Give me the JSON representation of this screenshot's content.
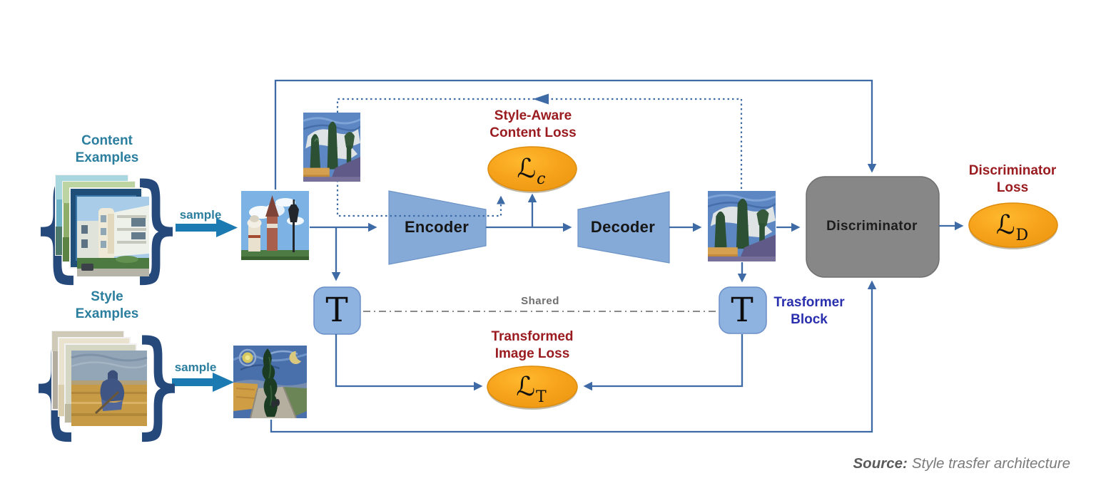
{
  "inputs": {
    "content_examples": [
      "Content",
      "Examples"
    ],
    "style_examples": [
      "Style",
      "Examples"
    ],
    "sample_content": "sample",
    "sample_style": "sample",
    "brace_open": "{",
    "brace_close": "}"
  },
  "blocks": {
    "encoder": "Encoder",
    "decoder": "Decoder",
    "discriminator": "Discriminator",
    "transformer_letter": "T",
    "transformer_label": [
      "Trasformer",
      "Block"
    ],
    "shared_label": "Shared"
  },
  "losses": {
    "content": {
      "title": [
        "Style-Aware",
        "Content Loss"
      ],
      "symbol": "ℒ",
      "subscript": "c"
    },
    "transformed": {
      "title": [
        "Transformed",
        "Image Loss"
      ],
      "symbol": "ℒ",
      "subscript": "T"
    },
    "discriminator": {
      "title": [
        "Discriminator",
        "Loss"
      ],
      "symbol": "ℒ",
      "subscript": "D"
    }
  },
  "footer": {
    "source_label": "Source:",
    "source_text": "Style trasfer architecture"
  },
  "icons": {
    "content_stack": "stacked-content-photos",
    "style_stack": "stacked-style-paintings",
    "content_image": "church-towers-photo",
    "style_image": "van-gogh-cypress-painting",
    "stylized_image_top": "stylized-painting",
    "output_image": "stylized-output-painting"
  },
  "colors": {
    "teal_label": "#2b7e9e",
    "loss_title_red": "#9a1c20",
    "transformer_navy": "#2a2fae",
    "line_blue": "#3e6ba6",
    "sample_arrow_blue": "#1b7ab1",
    "loss_orange": "#f6a21b",
    "encoder_decoder_blue": "#86aad7",
    "t_block_blue": "#8fb3e1",
    "discriminator_gray": "#878787",
    "shared_gray": "#8a8a8a",
    "source_gray": "#7a7a7a",
    "brace_navy": "#26497b"
  }
}
